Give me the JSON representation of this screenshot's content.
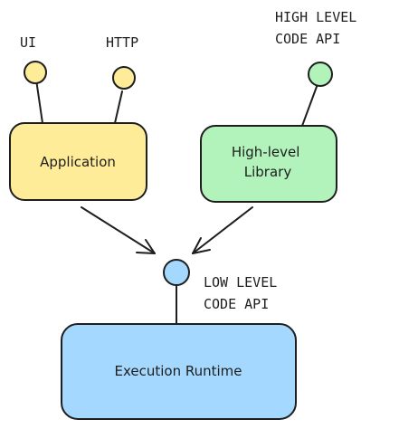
{
  "nodes": {
    "application": {
      "label_lines": [
        "Application"
      ],
      "fill": "#ffec99"
    },
    "library": {
      "label_lines": [
        "High-level",
        "Library"
      ],
      "fill": "#b2f2bb"
    },
    "runtime": {
      "label_lines": [
        "Execution Runtime"
      ],
      "fill": "#a5d8ff"
    }
  },
  "ports": {
    "ui": {
      "label_lines": [
        "UI"
      ],
      "fill": "#ffec99"
    },
    "http": {
      "label_lines": [
        "HTTP"
      ],
      "fill": "#ffec99"
    },
    "high_level_api": {
      "label_lines": [
        "HIGH LEVEL",
        "CODE API"
      ],
      "fill": "#b2f2bb"
    },
    "low_level_api": {
      "label_lines": [
        "LOW LEVEL",
        "CODE API"
      ],
      "fill": "#a5d8ff"
    }
  },
  "edges": [
    {
      "from": "application",
      "to": "low_level_api",
      "type": "arrow"
    },
    {
      "from": "library",
      "to": "low_level_api",
      "type": "arrow"
    }
  ],
  "colors": {
    "stroke": "#1e1e1e"
  }
}
